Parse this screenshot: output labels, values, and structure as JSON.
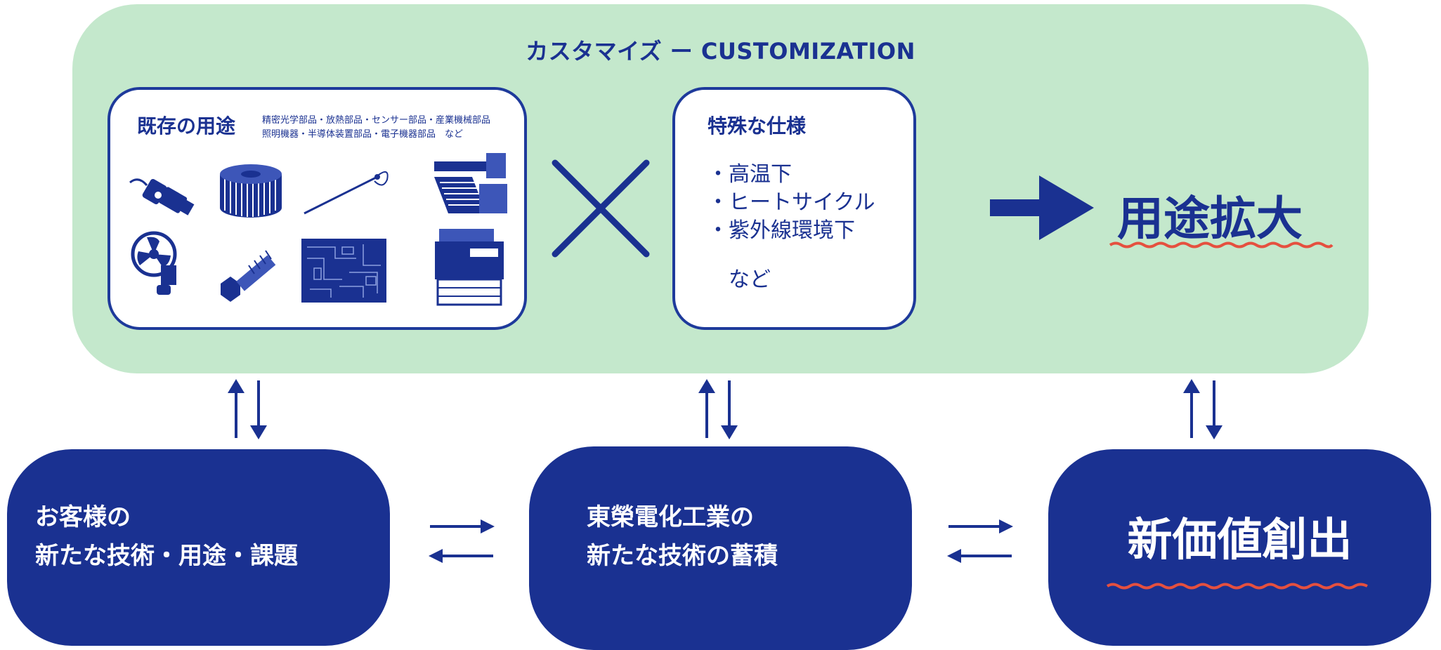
{
  "title": "カスタマイズ ー  CUSTOMIZATION",
  "existing": {
    "title": "既存の用途",
    "detail_line_1": "精密光学部品・放熱部品・センサー部品・産業機械部品",
    "detail_line_2": "照明機器・半導体装置部品・電子機器部品　など",
    "product_icons": [
      "connector-icon",
      "heatsink-icon",
      "sensor-probe-icon",
      "conveyor-icon",
      "fan-icon",
      "bolt-icon",
      "circuit-board-icon",
      "printer-icon"
    ]
  },
  "special": {
    "title": "特殊な仕様",
    "items": [
      "・高温下",
      "・ヒートサイクル",
      "・紫外線環境下"
    ],
    "etc": "など"
  },
  "result": {
    "label": "用途拡大"
  },
  "boxes": {
    "customer": {
      "line_1": "お客様の",
      "line_2": "新たな技術・用途・課題"
    },
    "toei": {
      "line_1": "東榮電化工業の",
      "line_2": "新たな技術の蓄積"
    },
    "value": {
      "label": "新価値創出"
    }
  },
  "colors": {
    "panel_green": "#c4e8cc",
    "navy": "#1a3191",
    "accent_red": "#e5503f"
  }
}
